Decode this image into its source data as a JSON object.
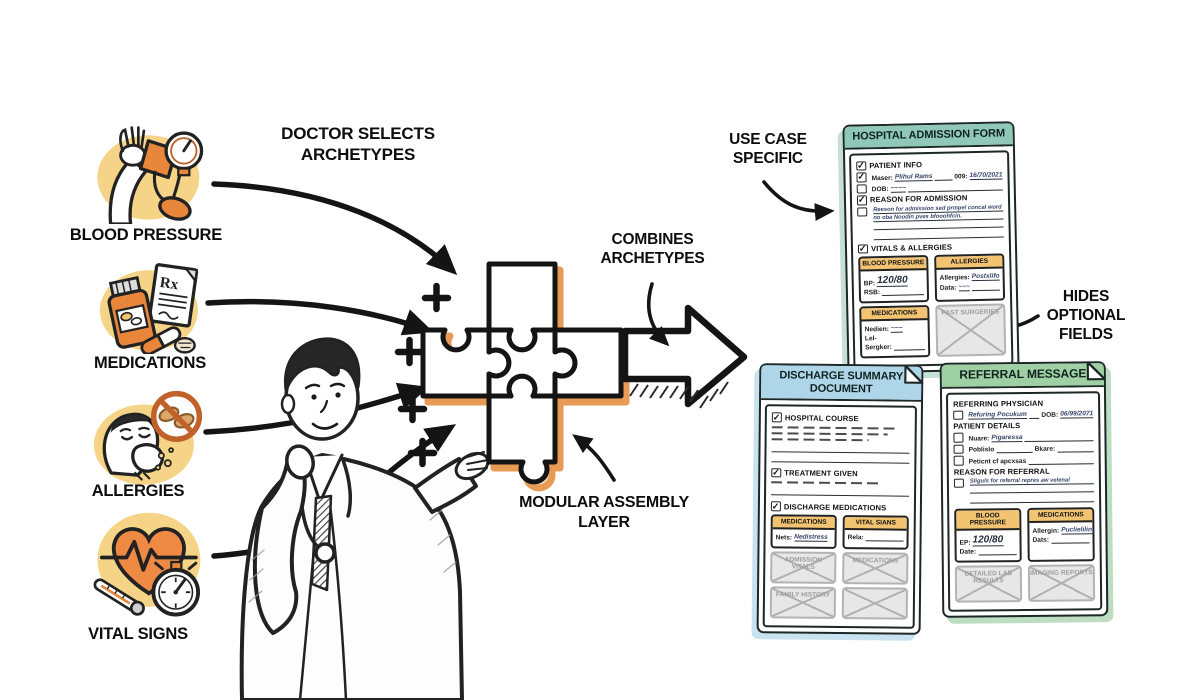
{
  "glyphs": {
    "check": "✓"
  },
  "icons": {
    "rx_label": "Rx"
  },
  "archetypes": {
    "items": [
      {
        "label": "BLOOD PRESSURE"
      },
      {
        "label": "MEDICATIONS"
      },
      {
        "label": "ALLERGIES"
      },
      {
        "label": "VITAL SIGNS"
      }
    ]
  },
  "annotations": {
    "doctor_selects": "DOCTOR SELECTS ARCHETYPES",
    "combines": "COMBINES ARCHETYPES",
    "use_case": "USE CASE SPECIFIC",
    "hides": "HIDES OPTIONAL FIELDS",
    "modular": "MODULAR ASSEMBLY LAYER"
  },
  "forms": {
    "admission": {
      "title": "HOSPITAL ADMISSION FORM",
      "sections": {
        "patient_info": "PATIENT INFO",
        "name_label": "Maser:",
        "name_value": "Plihul Rams",
        "dob_label": "009:",
        "dob_value": "16/70/2021",
        "dob2_label": "DOB:",
        "dob2_value": "~~~~",
        "reason": "REASON FOR ADMISSION",
        "reason_line1": "Reeson for admission sed prmpel concal word",
        "reason_line2": "no oba Noodin pves bfooohfcin.",
        "vitals": "VITALS & ALLERGIES"
      },
      "boxes": {
        "bp": {
          "title": "BLOOD PRESSURE",
          "row1_label": "BP:",
          "row1_value": "120/80",
          "row2_label": "RSB:"
        },
        "allergies": {
          "title": "ALLERGIES",
          "row1_label": "Allergies:",
          "row1_value": "Postxlifo",
          "row2_label": "Data:",
          "row2_value": "~~~"
        },
        "meds": {
          "title": "MEDICATIONS",
          "row1_label": "Nedien:",
          "row1_value": "~~~",
          "row2_label": "Lel-",
          "row3_label": "Sergker:"
        },
        "hidden": {
          "title": "PAST SURGERIES"
        }
      }
    },
    "discharge": {
      "title": "DISCHARGE SUMMARY DOCUMENT",
      "sections": {
        "course": "HOSPITAL COURSE",
        "treatment": "TREATMENT GIVEN",
        "meds": "DISCHARGE MEDICATIONS"
      },
      "boxes": {
        "meds": {
          "title": "MEDICATIONS",
          "row_label": "Nets:",
          "row_value": "Nedistress"
        },
        "vitals": {
          "title": "VITAL SIANS",
          "row_label": "Rela:"
        },
        "hidden1": "ADMISSION VITALS",
        "hidden2": "MEDICATIONS",
        "hidden3": "FAMILY HISTORY",
        "hidden4": ""
      }
    },
    "referral": {
      "title": "REFERRAL MESSAGE",
      "sections": {
        "physician": "REFERRING PHYSICIAN",
        "phys_value": "Refuring Pocukum",
        "phys_dob_label": "DOB:",
        "phys_dob_value": "06/99/2071",
        "details": "PATIENT DETAILS",
        "d1_label": "Nuare:",
        "d1_value": "Pigaressa",
        "d2_label": "Poblislo",
        "d2b_label": "Bkare:",
        "d3_label": "Peticnt cf apcxsas",
        "reason": "REASON FOR REFERRAL",
        "reason_line": "Sliguls for referral repres aw velenal"
      },
      "boxes": {
        "bp": {
          "title": "BLOOD PRESSURE",
          "row1_label": "EP:",
          "row1_value": "120/80",
          "row2_label": "Date:"
        },
        "meds": {
          "title": "MEDICATIONS",
          "row1_label": "Allergin:",
          "row1_value": "Puclielilin",
          "row2_label": "Dats:"
        },
        "hidden1": "DETAILED LAB RESULTS",
        "hidden2": "IMAGING REPORTS"
      }
    }
  }
}
